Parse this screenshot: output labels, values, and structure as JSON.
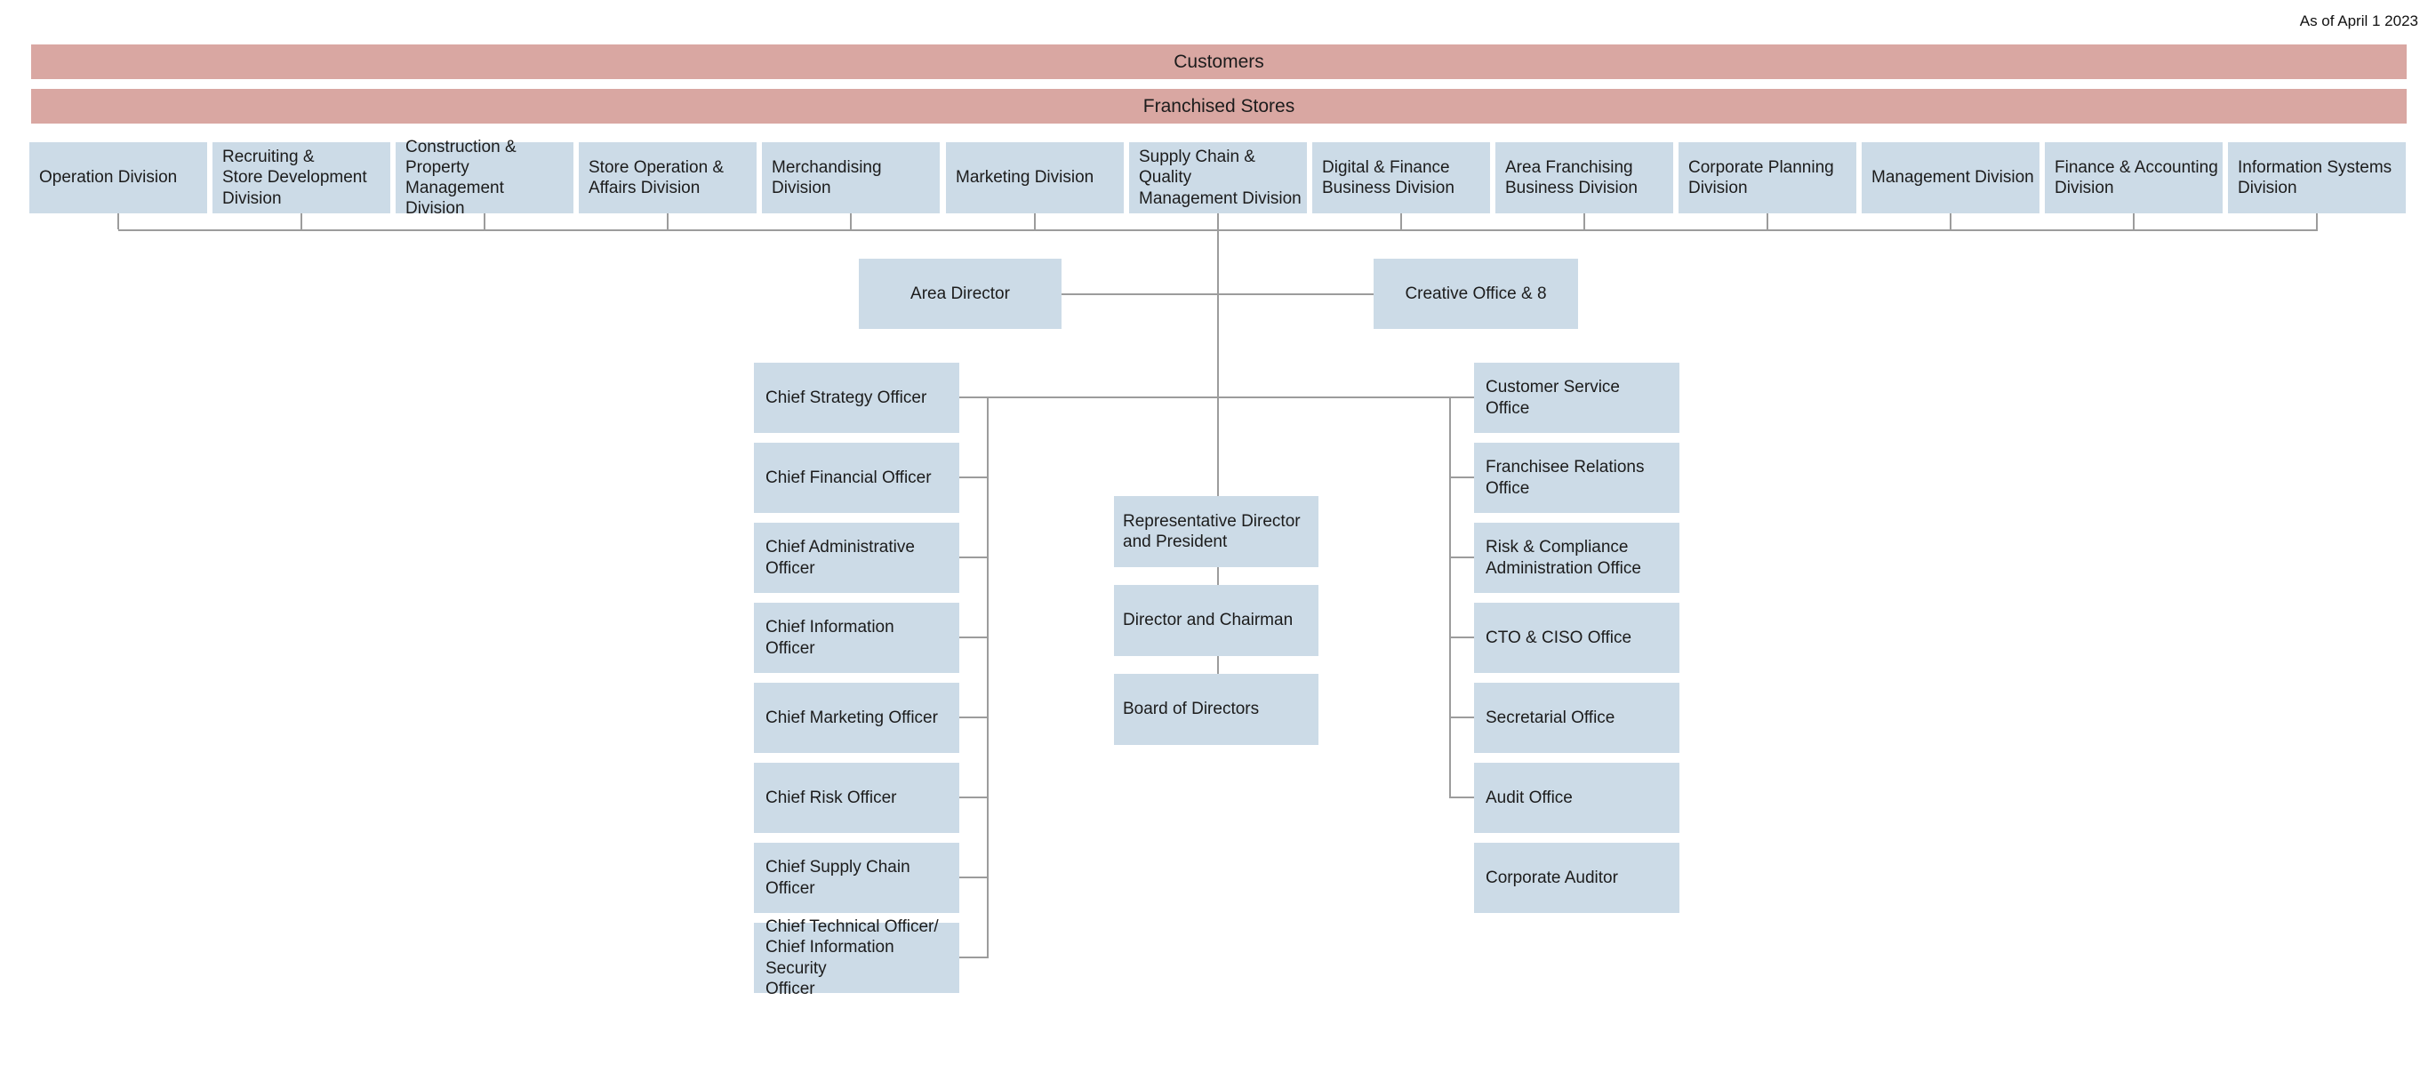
{
  "meta": {
    "as_of_label": "As of April 1 2023"
  },
  "colors": {
    "banner_pink": "#d9a7a2",
    "box_blue": "#ccdbe7",
    "connector_gray": "#9c9c9c"
  },
  "banners": {
    "customers": "Customers",
    "franchised_stores": "Franchised Stores"
  },
  "divisions": [
    "Operation Division",
    "Recruiting &\nStore Development\nDivision",
    "Construction &\nProperty Management\nDivision",
    "Store Operation &\nAffairs Division",
    "Merchandising\nDivision",
    "Marketing Division",
    "Supply Chain & Quality\nManagement Division",
    "Digital & Finance\nBusiness Division",
    "Area Franchising\nBusiness Division",
    "Corporate Planning\nDivision",
    "Management Division",
    "Finance & Accounting\nDivision",
    "Information Systems\nDivision"
  ],
  "area_row": {
    "area_director": "Area Director",
    "creative_office": "Creative Office & 8"
  },
  "officers": [
    "Chief Strategy Officer",
    "Chief Financial Officer",
    "Chief Administrative\nOfficer",
    "Chief Information\nOfficer",
    "Chief Marketing Officer",
    "Chief Risk Officer",
    "Chief Supply Chain\nOfficer",
    "Chief Technical Officer/\nChief Information Security\nOfficer"
  ],
  "executive": [
    "Representative Director\nand President",
    "Director and Chairman",
    "Board of Directors"
  ],
  "offices": [
    "Customer Service\nOffice",
    "Franchisee Relations\nOffice",
    "Risk & Compliance\nAdministration Office",
    "CTO & CISO Office",
    "Secretarial Office",
    "Audit Office",
    "Corporate Auditor"
  ]
}
